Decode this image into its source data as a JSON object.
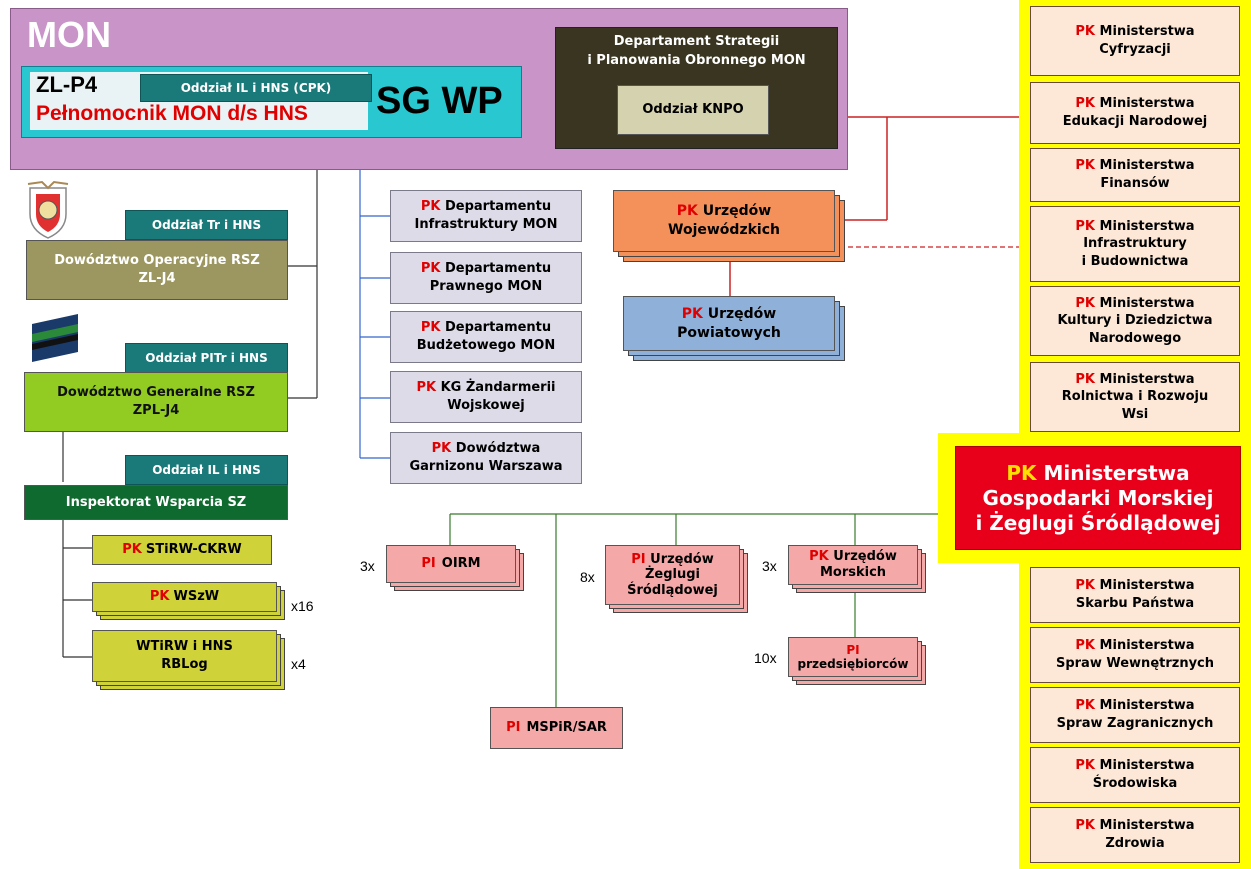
{
  "mon": {
    "title": "MON"
  },
  "zlp4": {
    "code": "ZL-P4",
    "tab": "Oddział IL i HNS (CPK)",
    "pelnomocnik": "Pełnomocnik MON d/s HNS",
    "sgwp": "SG WP"
  },
  "dsp": {
    "line1": "Departament Strategii",
    "line2": "i Planowania Obronnego MON",
    "knpo": "Oddział KNPO"
  },
  "dowodztwo_op": {
    "tab": "Oddział Tr i HNS",
    "line1": "Dowództwo Operacyjne RSZ",
    "line2": "ZL-J4"
  },
  "dowodztwo_gen": {
    "tab": "Oddział PITr i HNS",
    "line1": "Dowództwo Generalne RSZ",
    "line2": "ZPL-J4"
  },
  "inspektorat": {
    "tab": "Oddział IL i HNS",
    "label": "Inspektorat Wsparcia SZ"
  },
  "stirw": {
    "pk": "PK",
    "rest": "STiRW-CKRW"
  },
  "wszw": {
    "pk": "PK",
    "rest": "WSzW",
    "mult": "x16"
  },
  "wtirw": {
    "line1": "WTiRW i HNS",
    "line2": "RBLog",
    "mult": "x4"
  },
  "pk_departments": [
    {
      "pk": "PK",
      "a": "Departamentu",
      "b": "Infrastruktury MON"
    },
    {
      "pk": "PK",
      "a": "Departamentu",
      "b": "Prawnego MON"
    },
    {
      "pk": "PK",
      "a": "Departamentu",
      "b": "Budżetowego MON"
    },
    {
      "pk": "PK",
      "a": "KG Żandarmerii",
      "b": "Wojskowej"
    },
    {
      "pk": "PK",
      "a": "Dowództwa",
      "b": "Garnizonu Warszawa"
    }
  ],
  "urzedy_woj": {
    "pk": "PK",
    "a": "Urzędów",
    "b": "Wojewódzkich"
  },
  "urzedy_pow": {
    "pk": "PK",
    "a": "Urzędów",
    "b": "Powiatowych"
  },
  "ministries_top": [
    {
      "pk": "PK",
      "lines": [
        "Ministerstwa",
        "Cyfryzacji"
      ]
    },
    {
      "pk": "PK",
      "lines": [
        "Ministerstwa",
        "Edukacji Narodowej"
      ]
    },
    {
      "pk": "PK",
      "lines": [
        "Ministerstwa",
        "Finansów"
      ]
    },
    {
      "pk": "PK",
      "lines": [
        "Ministerstwa",
        "Infrastruktury",
        "i Budownictwa"
      ]
    },
    {
      "pk": "PK",
      "lines": [
        "Ministerstwa",
        "Kultury i Dziedzictwa",
        "Narodowego"
      ]
    },
    {
      "pk": "PK",
      "lines": [
        "Ministerstwa",
        "Rolnictwa i Rozwoju",
        "Wsi"
      ]
    }
  ],
  "ministry_maritime": {
    "pk": "PK",
    "a": "Ministerstwa",
    "b": "Gospodarki Morskiej",
    "c": "i Żeglugi Śródlądowej"
  },
  "ministries_bottom": [
    {
      "pk": "PK",
      "lines": [
        "Ministerstwa",
        "Skarbu Państwa"
      ]
    },
    {
      "pk": "PK",
      "lines": [
        "Ministerstwa",
        "Spraw Wewnętrznych"
      ]
    },
    {
      "pk": "PK",
      "lines": [
        "Ministerstwa",
        "Spraw Zagranicznych"
      ]
    },
    {
      "pk": "PK",
      "lines": [
        "Ministerstwa",
        "Środowiska"
      ]
    },
    {
      "pk": "PK",
      "lines": [
        "Ministerstwa",
        "Zdrowia"
      ]
    }
  ],
  "pi_oirm": {
    "pi": "PI",
    "rest": "OIRM",
    "mult": "3x"
  },
  "pi_zeglugi": {
    "pi": "PI",
    "a": "Urzędów",
    "b": "Żeglugi",
    "c": "Śródlądowej",
    "mult": "8x"
  },
  "pk_morskich": {
    "pk": "PK",
    "a": "Urzędów",
    "b": "Morskich",
    "mult": "3x"
  },
  "pi_przed": {
    "pi": "PI",
    "b": "przedsiębiorców",
    "mult": "10x"
  },
  "pi_mspir": {
    "pi": "PI",
    "rest": "MSPiR/SAR"
  }
}
